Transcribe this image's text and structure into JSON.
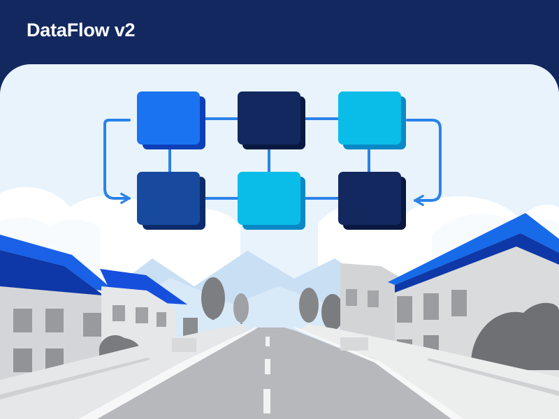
{
  "app": {
    "title": "DataFlow v2"
  },
  "colors": {
    "header_background": "#13285f",
    "panel_sky": "#e8f3fc",
    "accent_blue": "#1a73f0",
    "dark_navy": "#13285f",
    "mid_navy": "#174a9f",
    "cyan": "#09bde8",
    "connector": "#2a82ea",
    "road_gray": "#b7b8bc"
  },
  "illustration": {
    "flow_nodes": [
      {
        "id": "node-1",
        "color": "#1a73f0"
      },
      {
        "id": "node-2",
        "color": "#13285f"
      },
      {
        "id": "node-3",
        "color": "#09bde8"
      },
      {
        "id": "node-4",
        "color": "#174a9f"
      },
      {
        "id": "node-5",
        "color": "#09bde8"
      },
      {
        "id": "node-6",
        "color": "#13285f"
      }
    ],
    "connections": 7,
    "scene": "street-with-houses"
  }
}
